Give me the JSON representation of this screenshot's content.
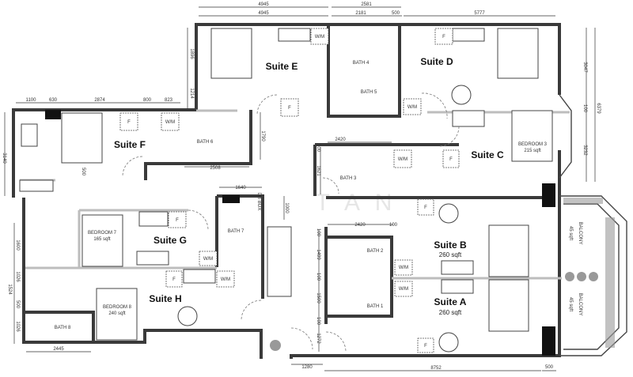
{
  "suites": {
    "a": {
      "name": "Suite A",
      "area": "260 sqft"
    },
    "b": {
      "name": "Suite B",
      "area": "260 sqft"
    },
    "c": {
      "name": "Suite C"
    },
    "d": {
      "name": "Suite D"
    },
    "e": {
      "name": "Suite E"
    },
    "f": {
      "name": "Suite F"
    },
    "g": {
      "name": "Suite G"
    },
    "h": {
      "name": "Suite H"
    }
  },
  "rooms": {
    "bedroom3": {
      "name": "BEDROOM 3",
      "area": "215 sqft"
    },
    "bedroom7": {
      "name": "BEDROOM 7",
      "area": "165 sqft"
    },
    "bedroom8": {
      "name": "BEDROOM 8",
      "area": "240 sqft"
    },
    "bath1": "BATH 1",
    "bath2": "BATH 2",
    "bath3": "BATH 3",
    "bath4": "BATH 4",
    "bath5": "BATH 5",
    "bath6": "BATH 6",
    "bath7": "BATH 7",
    "bath8": "BATH 8",
    "balcony_upper": {
      "name": "BALCONY",
      "area": "45 sqft"
    },
    "balcony_lower": {
      "name": "BALCONY",
      "area": "45 sqft"
    },
    "db_box": "DB BOX"
  },
  "fixtures": {
    "washer": "W/M",
    "fridge": "F"
  },
  "dimensions": {
    "top": [
      "4945",
      "4945",
      "2581",
      "2181",
      "500",
      "5777"
    ],
    "right": [
      "3047",
      "100",
      "6379",
      "3232"
    ],
    "suite_f": [
      "1100",
      "630",
      "2874",
      "800",
      "823",
      "3140",
      "500"
    ],
    "suite_e_left": [
      "1896",
      "1214"
    ],
    "bath6": [
      "1790",
      "2508"
    ],
    "bath7": [
      "1640",
      "1000"
    ],
    "bath3": [
      "2420",
      "100",
      "1621"
    ],
    "baths12": [
      "2420",
      "100",
      "100",
      "1499",
      "100",
      "1500",
      "100",
      "1272"
    ],
    "left_lower": [
      "1600",
      "1026",
      "1524",
      "500",
      "1026"
    ],
    "bottom": [
      "2445",
      "1280",
      "8752",
      "500"
    ]
  },
  "watermark": "T A N"
}
